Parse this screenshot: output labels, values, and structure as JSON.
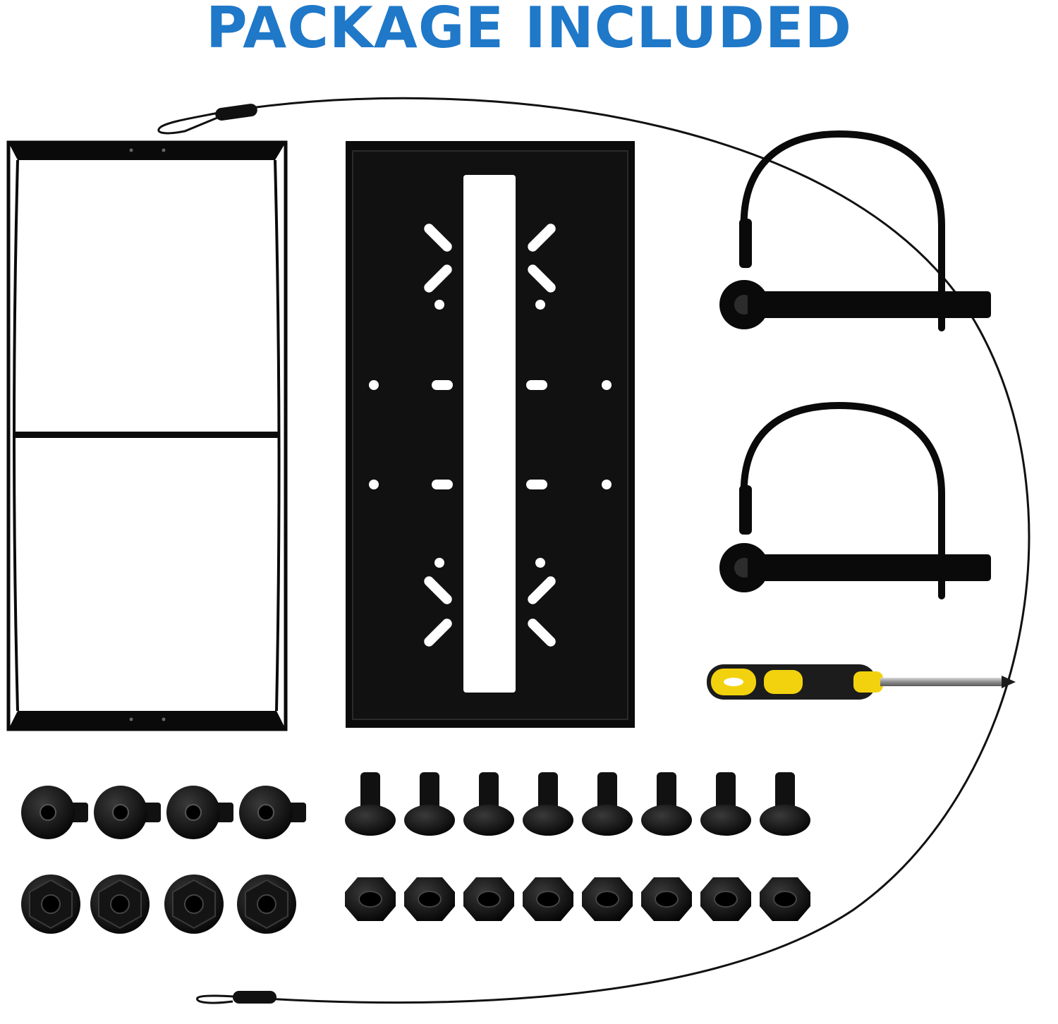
{
  "header": {
    "title": "PACKAGE INCLUDED"
  },
  "colors": {
    "title": "#1f78c8",
    "parts": "#0a0a0a",
    "screwdriver_handle": "#f2d20f",
    "screwdriver_grip": "#1c1c1c",
    "screwdriver_shaft": "#9a9a9a"
  },
  "items": {
    "safety_cable": {
      "icon": "cable-icon",
      "count": 1
    },
    "open_frame": {
      "icon": "frame-icon",
      "count": 1
    },
    "base_plate": {
      "icon": "plate-icon",
      "count": 1
    },
    "hitch_pins": {
      "icon": "pin-icon",
      "count": 2
    },
    "screwdriver": {
      "icon": "screwdriver-icon",
      "count": 1
    },
    "flange_screws": {
      "icon": "screw-icon",
      "count": 4
    },
    "flange_nuts": {
      "icon": "nut-icon",
      "count": 4
    },
    "socket_screws": {
      "icon": "screw-icon",
      "count": 8
    },
    "hex_nuts": {
      "icon": "nut-icon",
      "count": 8
    }
  }
}
